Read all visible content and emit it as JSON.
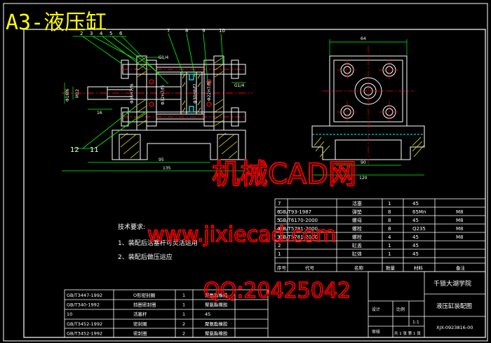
{
  "title": "A3-液压缸",
  "watermark": {
    "line1": "机械CAD网",
    "line2": "www.jixiecad.com",
    "line3": "QQ:20425042"
  },
  "balloons": [
    "2",
    "3",
    "4",
    "5",
    "6",
    "7",
    "8",
    "9",
    "10",
    "11",
    "12"
  ],
  "dims": {
    "d64": "64",
    "d95": "95",
    "d135": "135",
    "d16": "16",
    "d90": "90",
    "d120": "120",
    "g14_a": "G1/4",
    "g14_b": "G1/4",
    "m12": "M12",
    "phi16h": "Φ16f6",
    "phi32": "Φ32H7/f6",
    "phi36": "Φ36H7/f6",
    "phi30": "Φ30H8/f7",
    "phi22": "Φ22H7/f6"
  },
  "tech": {
    "heading": "技术要求:",
    "req1": "1、装配后活塞杆可灵活运用",
    "req2": "2、装配后做压运应"
  },
  "bom_upper": [
    {
      "no": "7",
      "code": "",
      "name": "活塞",
      "qty": "1",
      "mat": "45",
      "note": ""
    },
    {
      "no": "6",
      "code": "GB/T93-1987",
      "name": "弹垫",
      "qty": "8",
      "mat": "65Mn",
      "note": "M8"
    },
    {
      "no": "5",
      "code": "GB/T6170-2000",
      "name": "螺母",
      "qty": "8",
      "mat": "45",
      "note": "M8"
    },
    {
      "no": "4",
      "code": "GB/T5781-2000",
      "name": "螺栓",
      "qty": "8",
      "mat": "Q235",
      "note": "M8"
    },
    {
      "no": "3",
      "code": "GB/T5781-2000",
      "name": "螺栓",
      "qty": "4",
      "mat": "45",
      "note": "M8"
    },
    {
      "no": "2",
      "code": "",
      "name": "缸盖",
      "qty": "1",
      "mat": "45",
      "note": ""
    },
    {
      "no": "1",
      "code": "",
      "name": "缸体",
      "qty": "1",
      "mat": "45",
      "note": ""
    }
  ],
  "bom_header": {
    "no": "序号",
    "code": "代号",
    "name": "名称",
    "qty": "数量",
    "mat": "材料",
    "note": "备注"
  },
  "bom_lower": [
    {
      "code": "GB/T3447-1992",
      "name": "O形密封圈",
      "qty": "1",
      "mat": "聚氨酯橡胶"
    },
    {
      "code": "GB/T340-1992",
      "name": "挡圈密封圈",
      "qty": "1",
      "mat": "聚氨酯橡胶"
    },
    {
      "code": "10",
      "name": "活塞杆",
      "qty": "1",
      "mat": "45"
    },
    {
      "code": "GB/T3452-1992",
      "name": "密封圈",
      "qty": "2",
      "mat": "聚氨酯橡胶"
    },
    {
      "code": "GB/T3452-1992",
      "name": "密封圈",
      "qty": "2",
      "mat": "聚氨酯橡胶"
    }
  ],
  "titleblock": {
    "school": "千锁大湖学院",
    "drawing": "液压缸装配图",
    "scale_label": "比例",
    "scale": "1:1",
    "sheet": "共 1 张 第 1 张",
    "code": "XJX-0923816-00",
    "designer": "设计",
    "checker": "审核"
  },
  "colors": {
    "bg": "#000000",
    "frame": "#ffffff",
    "part": "#ffffff",
    "dim": "#00ff00",
    "center": "#ff0000",
    "hidden": "#00ffff",
    "hatch": "#ffff00",
    "title": "#ffff00",
    "watermark": "#ff0000",
    "table": "#ffffff",
    "table_text": "#ffffff"
  }
}
